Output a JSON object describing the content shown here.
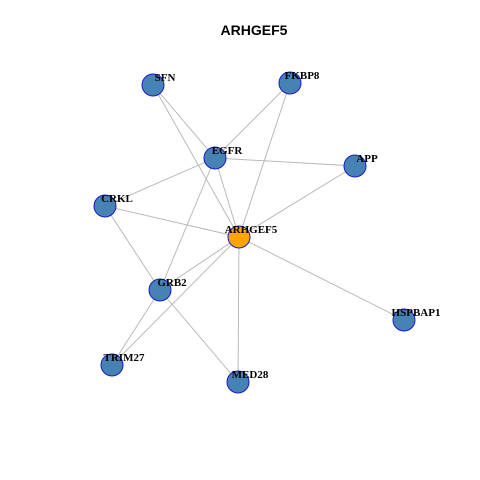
{
  "title": "ARHGEF5",
  "colors": {
    "center_node": "#ffa500",
    "default_node": "#4682b4",
    "node_border": "#1a1acd",
    "edge": "#b3b3b3"
  },
  "nodes": [
    {
      "id": "ARHGEF5",
      "label": "ARHGEF5",
      "role": "center"
    },
    {
      "id": "SFN",
      "label": "SFN",
      "role": "neighbor"
    },
    {
      "id": "FKBP8",
      "label": "FKBP8",
      "role": "neighbor"
    },
    {
      "id": "EGFR",
      "label": "EGFR",
      "role": "neighbor"
    },
    {
      "id": "APP",
      "label": "APP",
      "role": "neighbor"
    },
    {
      "id": "CRKL",
      "label": "CRKL",
      "role": "neighbor"
    },
    {
      "id": "GRB2",
      "label": "GRB2",
      "role": "neighbor"
    },
    {
      "id": "HSPBAP1",
      "label": "HSPBAP1",
      "role": "neighbor"
    },
    {
      "id": "TRIM27",
      "label": "TRIM27",
      "role": "neighbor"
    },
    {
      "id": "MED28",
      "label": "MED28",
      "role": "neighbor"
    }
  ],
  "edges": [
    [
      "SFN",
      "EGFR"
    ],
    [
      "SFN",
      "ARHGEF5"
    ],
    [
      "FKBP8",
      "EGFR"
    ],
    [
      "FKBP8",
      "ARHGEF5"
    ],
    [
      "EGFR",
      "APP"
    ],
    [
      "EGFR",
      "CRKL"
    ],
    [
      "EGFR",
      "ARHGEF5"
    ],
    [
      "EGFR",
      "GRB2"
    ],
    [
      "APP",
      "ARHGEF5"
    ],
    [
      "CRKL",
      "ARHGEF5"
    ],
    [
      "CRKL",
      "GRB2"
    ],
    [
      "ARHGEF5",
      "GRB2"
    ],
    [
      "ARHGEF5",
      "HSPBAP1"
    ],
    [
      "ARHGEF5",
      "MED28"
    ],
    [
      "ARHGEF5",
      "TRIM27"
    ],
    [
      "GRB2",
      "TRIM27"
    ],
    [
      "GRB2",
      "MED28"
    ]
  ]
}
